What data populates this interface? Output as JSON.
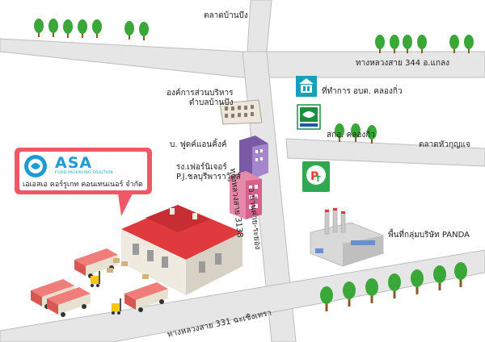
{
  "map": {
    "company": {
      "logo_text": "ASA",
      "logo_tagline": "FOOD PACKAGING SOLUTION",
      "name_th": "เอเอสเอ คอร์รูเกท คอนเทนเนอร์ จำกัด",
      "brand_color": "#1e9bd7",
      "bubble_color": "#f05868"
    },
    "roads": {
      "r344": "ทางหลวงสาย 344  อ.แกลง",
      "r3138": "ทางหลวงสาย 3138",
      "r331": "ทางหลวงสาย 331  ฉะเชิงเทรา",
      "banchang": "อ.บ้านค่าย-ระยอง",
      "road_color": "#e6e6e6",
      "edge_color": "#bdbdbd"
    },
    "places": {
      "market_banbueng": "ตลาดบ้านบึง",
      "sao_banbueng": "องค์การส่วนบริหาร\nตำบลบ้านบึง",
      "sao_khlongkio": "ที่ทำการ อบต. คลองกิ่ว",
      "khlongkio_school": "สกอ. คลองกิ่ว",
      "market_huaikunkai": "ตลาดหัวกุญแจ",
      "food_and_king": "บ. ฟูดค์แอนคิ้งค์",
      "furniture_factory": "รง.เฟอร์นิเจอร์\nP.J.ชลบุรีพาราวู๊ดส์",
      "panda_area": "พื้นที่กลุ่มบริษัท PANDA"
    },
    "icons": [
      "sao-building-icon",
      "khlongkio-office-icon",
      "bangchak-logo-icon",
      "pt-station-logo-icon",
      "factory-icon",
      "warehouse-icon",
      "truck-icon",
      "forklift-icon",
      "tree-icon"
    ],
    "colors": {
      "tree_green": "#3aa839",
      "roof_red": "#e0393e",
      "factory_gray": "#c9c9c9",
      "pt_green": "#2fa84f"
    }
  }
}
